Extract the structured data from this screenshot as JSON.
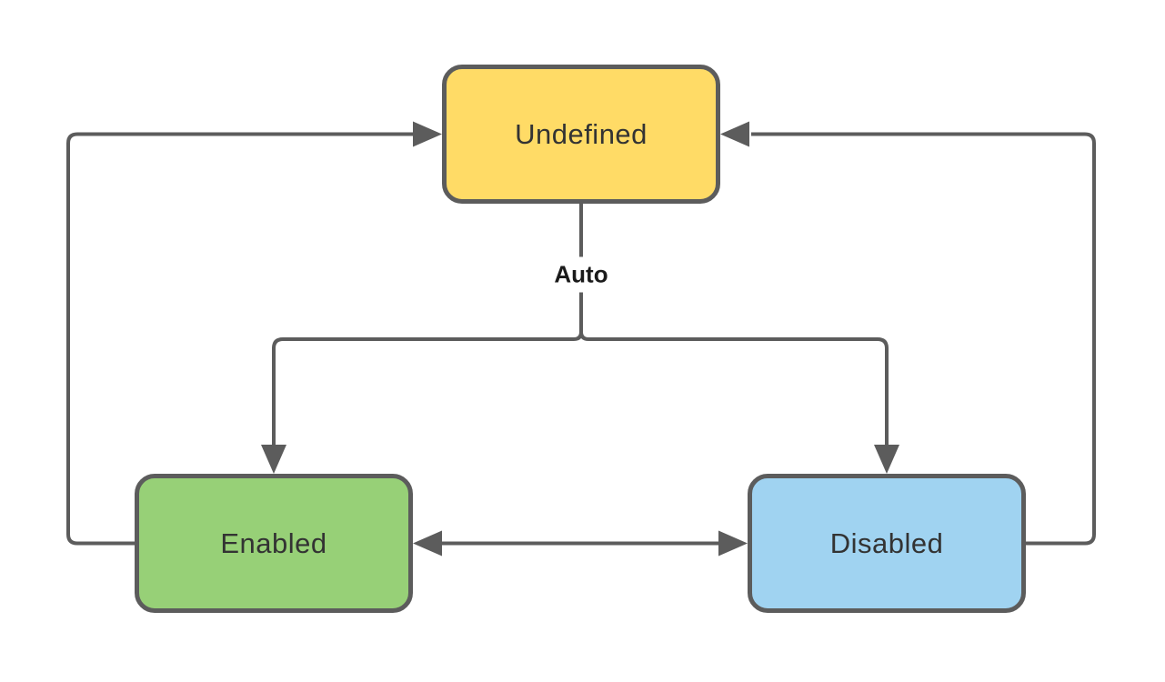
{
  "diagram": {
    "type": "state-diagram",
    "background_color": "#ffffff",
    "connector_color": "#5c5c5c",
    "auto_label": "Auto",
    "nodes": [
      {
        "id": "undefined",
        "label": "Undefined",
        "fill": "#FFDB66",
        "border_color": "#5c5c5c",
        "text_color": "#333333",
        "position": "top-center"
      },
      {
        "id": "enabled",
        "label": "Enabled",
        "fill": "#97D077",
        "border_color": "#5c5c5c",
        "text_color": "#333333",
        "position": "bottom-left"
      },
      {
        "id": "disabled",
        "label": "Disabled",
        "fill": "#A0D3F1",
        "border_color": "#5c5c5c",
        "text_color": "#333333",
        "position": "bottom-right"
      }
    ],
    "edges": [
      {
        "from": "Enabled",
        "to": "Undefined",
        "label": "",
        "direction": "one-way"
      },
      {
        "from": "Disabled",
        "to": "Undefined",
        "label": "",
        "direction": "one-way"
      },
      {
        "from": "Undefined",
        "to": "Enabled",
        "label": "Auto",
        "direction": "one-way"
      },
      {
        "from": "Undefined",
        "to": "Disabled",
        "label": "Auto",
        "direction": "one-way"
      },
      {
        "from": "Enabled",
        "to": "Disabled",
        "label": "",
        "direction": "two-way"
      }
    ]
  }
}
